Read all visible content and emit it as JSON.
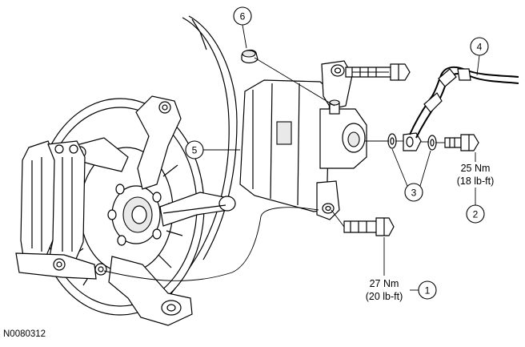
{
  "figure": {
    "id_label": "N0080312"
  },
  "callouts": [
    {
      "number": "1"
    },
    {
      "number": "2"
    },
    {
      "number": "3"
    },
    {
      "number": "4"
    },
    {
      "number": "5"
    },
    {
      "number": "6"
    }
  ],
  "torque_specs": {
    "item1": {
      "metric": "27 Nm",
      "imperial": "(20 lb-ft)"
    },
    "item2": {
      "metric": "25 Nm",
      "imperial": "(18 lb-ft)"
    }
  }
}
